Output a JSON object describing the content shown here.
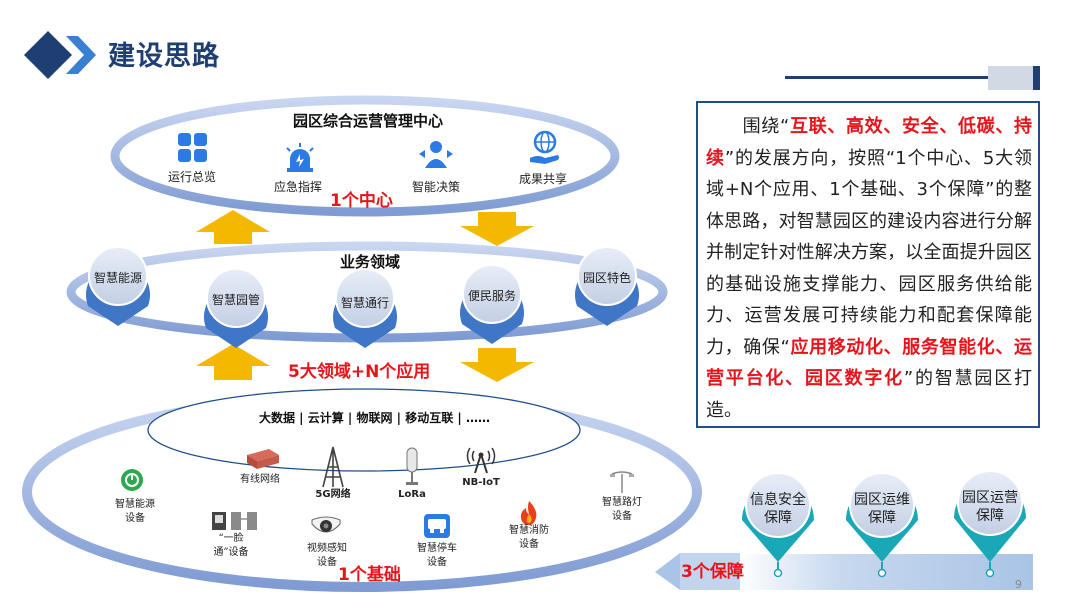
{
  "header": {
    "title": "建设思路"
  },
  "top_ring": {
    "title": "园区综合运营管理中心",
    "items": [
      {
        "label": "运行总览",
        "icon": "grid-icon"
      },
      {
        "label": "应急指挥",
        "icon": "alarm-icon"
      },
      {
        "label": "智能决策",
        "icon": "decision-icon"
      },
      {
        "label": "成果共享",
        "icon": "share-icon"
      }
    ],
    "caption": "1个中心"
  },
  "middle_ring": {
    "title": "业务领域",
    "domains": [
      "智慧能源",
      "智慧园管",
      "智慧通行",
      "便民服务",
      "园区特色"
    ],
    "caption": "5大领域+N个应用"
  },
  "bottom_ring": {
    "tech_title": "大数据 | 云计算 | 物联网 | 移动互联 | ……",
    "network": [
      {
        "label": "有线网络",
        "icon": "router-icon"
      },
      {
        "label": "5G网络",
        "icon": "tower-icon"
      },
      {
        "label": "LoRa",
        "icon": "antenna-icon"
      },
      {
        "label": "NB-IoT",
        "icon": "signal-icon"
      }
    ],
    "devices": [
      {
        "label": "智慧能源\n设备",
        "icon": "energy-icon"
      },
      {
        "label": "“一脸\n通”设备",
        "icon": "face-gate-icon"
      },
      {
        "label": "视频感知\n设备",
        "icon": "camera-icon"
      },
      {
        "label": "智慧停车\n设备",
        "icon": "parking-icon"
      },
      {
        "label": "智慧消防\n设备",
        "icon": "fire-icon"
      },
      {
        "label": "智慧路灯\n设备",
        "icon": "streetlight-icon"
      }
    ],
    "caption": "1个基础"
  },
  "description": {
    "p1": "围绕“",
    "h1": "互联、高效、安全、低碳、持续",
    "p2": "”的发展方向，按照“1个中心、5大领域+N个应用、1个基础、3个保障”的整体思路，对智慧园区的建设内容进行分解并制定针对性解决方案，以全面提升园区的基础设施支撑能力、园区服务供给能力、运营发展可持续能力和配套保障能力，确保“",
    "h2": "应用移动化、服务智能化、运营平台化、园区数字化",
    "p3": "”的智慧园区打造。"
  },
  "guarantees": {
    "items": [
      "信息安全\n保障",
      "园区运维\n保障",
      "园区运营\n保障"
    ],
    "caption": "3个保障"
  },
  "page_number": "9",
  "colors": {
    "navy": "#1f3f73",
    "ring": "#9db3de",
    "pin": "#3f76c6",
    "arrow": "#f5b800",
    "red": "#e8141b"
  }
}
